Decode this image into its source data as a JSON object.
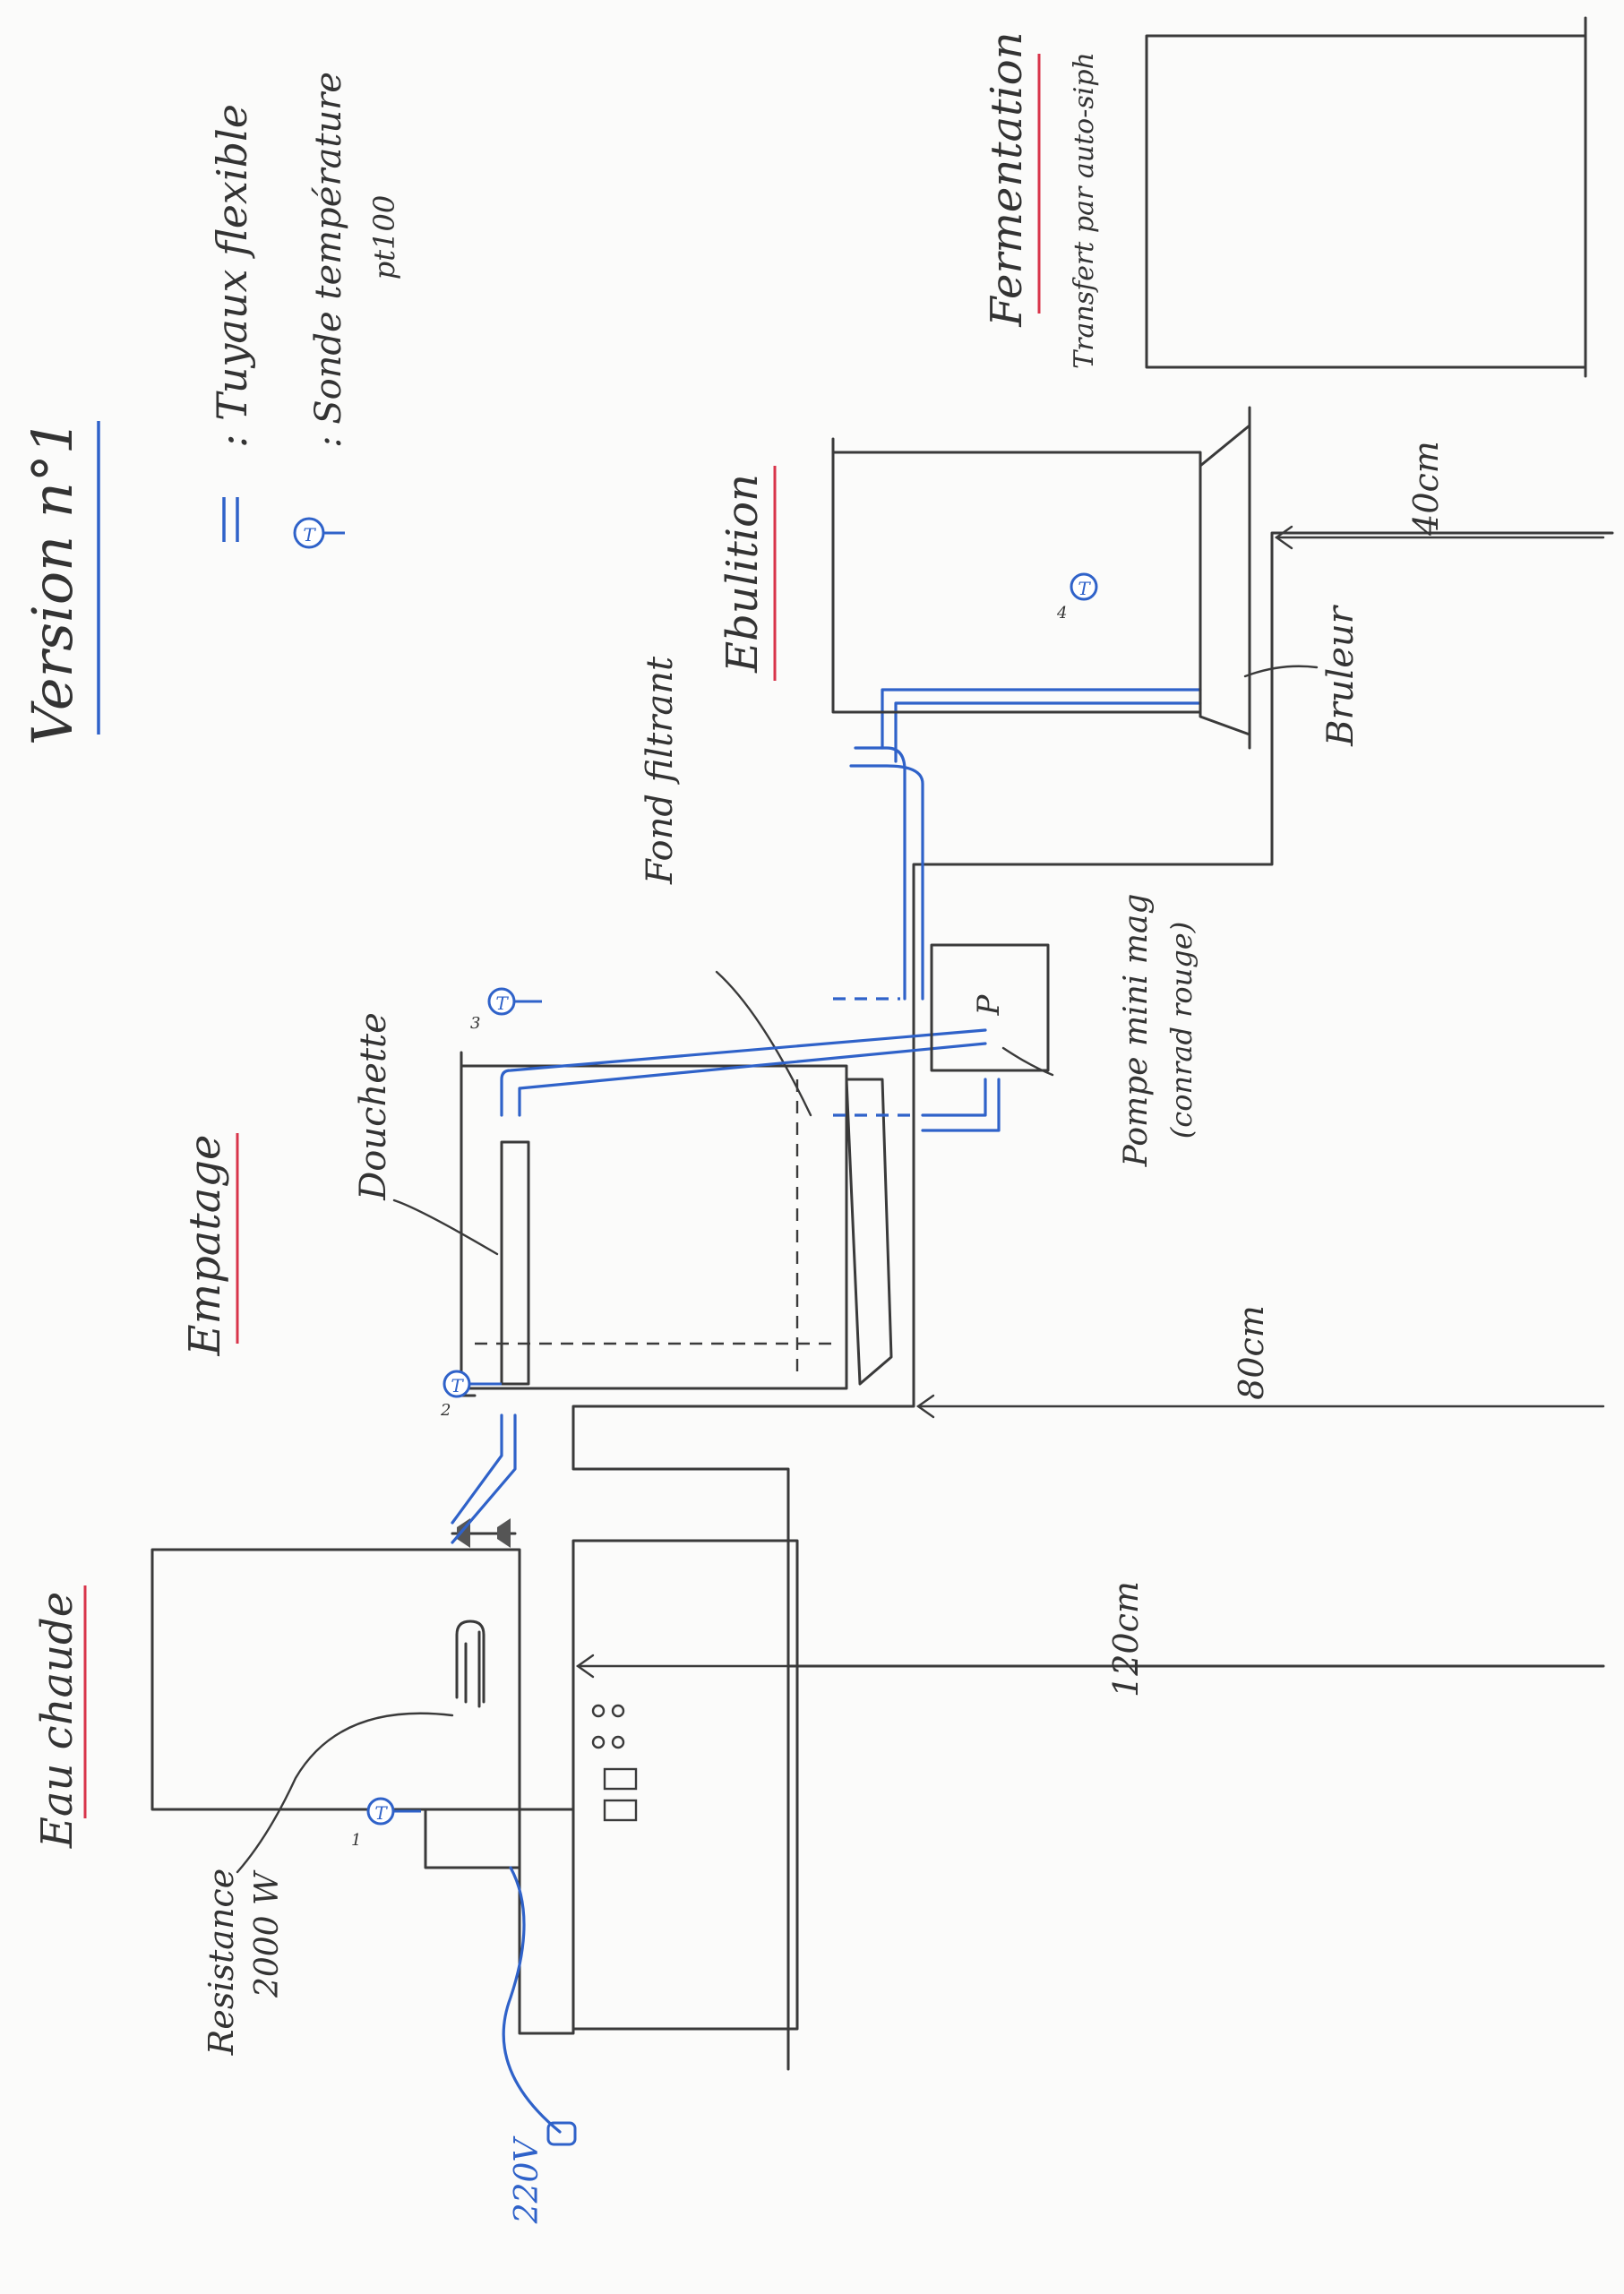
{
  "title": "Version n°1",
  "legend": {
    "pipe": ": Tuyaux flexible",
    "sensor": ": Sonde température",
    "sensor_model": "pt100"
  },
  "stages": {
    "hot_water": "Eau chaude",
    "mashing": "Empatage",
    "boiling": "Ebulition",
    "fermentation": "Fermentation"
  },
  "annotations": {
    "resistance": "Resistance",
    "resistance_power": "2000 W",
    "power": "220V",
    "sparger": "Douchette",
    "false_bottom": "Fond filtrant",
    "pump": "Pompe mini mag",
    "pump_sub": "(conrad rouge)",
    "pump_letter": "P",
    "burner": "Bruleur",
    "transfer": "Transfert par auto-siph"
  },
  "heights": {
    "h1": "120cm",
    "h2": "80cm",
    "h3": "40cm"
  },
  "sensor_numbers": [
    "1",
    "2",
    "3",
    "4"
  ],
  "sensor_letter": "T",
  "colors": {
    "pipe": "#2f62c9",
    "underline": "#d8344a",
    "ink": "#3a3a3a"
  }
}
